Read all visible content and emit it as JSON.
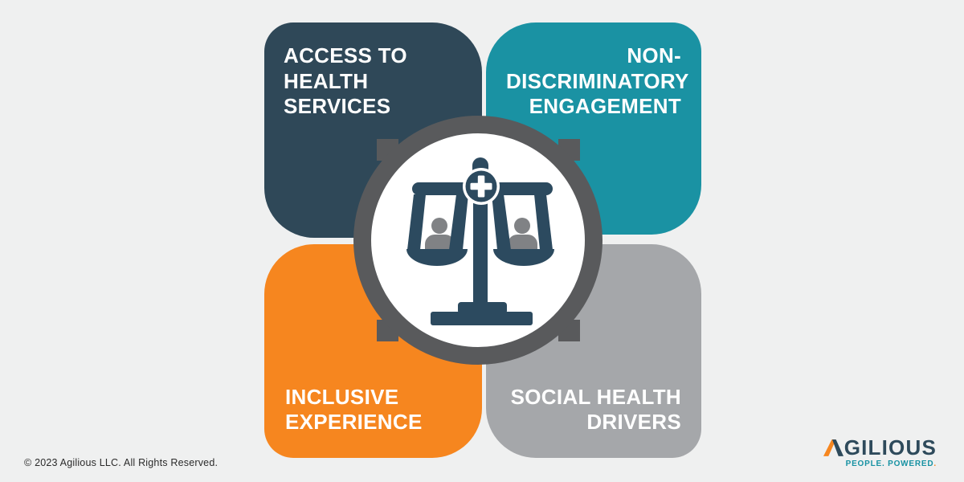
{
  "background_color": "#EFF0F0",
  "cards": [
    {
      "id": "access-to-health-services",
      "label": "ACCESS TO\nHEALTH\nSERVICES",
      "color": "#2F4858",
      "text_color": "#FFFFFF",
      "align": "left",
      "position": "top-left"
    },
    {
      "id": "non-discriminatory-engagement",
      "label": "NON-\nDISCRIMINATORY\nENGAGEMENT",
      "color": "#1A92A3",
      "text_color": "#FFFFFF",
      "align": "right",
      "position": "top-right"
    },
    {
      "id": "inclusive-experience",
      "label": "INCLUSIVE\nEXPERIENCE",
      "color": "#F6861F",
      "text_color": "#FFFFFF",
      "align": "left",
      "position": "bottom-left"
    },
    {
      "id": "social-health-drivers",
      "label": "SOCIAL HEALTH\nDRIVERS",
      "color": "#A5A7AA",
      "text_color": "#FFFFFF",
      "align": "right",
      "position": "bottom-right"
    }
  ],
  "center_icon": {
    "name": "balance-scale-with-medical-cross-and-people",
    "ring_color": "#595A5C",
    "inner_color": "#FFFFFF",
    "icon_color": "#2C4A5F",
    "person_color": "#808285",
    "cross_color": "#FFFFFF"
  },
  "footer": {
    "copyright": "© 2023 Agilious LLC. All Rights Reserved."
  },
  "logo": {
    "wordmark": "AGILIOUS",
    "wordmark_rest": "GILIOUS",
    "tagline_people": "PEOPLE.",
    "tagline_powered": " POWERED",
    "tagline_period": ".",
    "navy": "#2E4A5B",
    "teal": "#1792A3",
    "orange": "#F6861F"
  }
}
